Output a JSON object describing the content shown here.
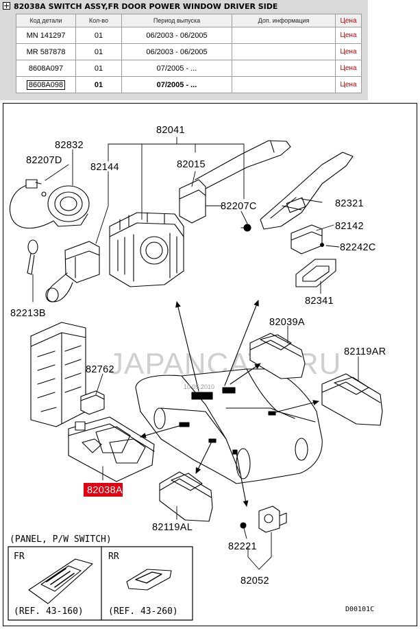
{
  "header": {
    "title": "82038A SWITCH ASSY,FR DOOR POWER WINDOW DRIVER SIDE"
  },
  "table": {
    "columns": [
      "Код детали",
      "Кол-во",
      "Период выпуска",
      "Доп. информация",
      "Цена"
    ],
    "rows": [
      {
        "code": "MN 141297",
        "qty": "01",
        "period": "06/2003 - 06/2005",
        "info": "",
        "price": "Цена"
      },
      {
        "code": "MR 587878",
        "qty": "01",
        "period": "06/2003 - 06/2005",
        "info": "",
        "price": "Цена"
      },
      {
        "code": "8608A097",
        "qty": "01",
        "period": "07/2005 - ...",
        "info": "",
        "price": "Цена"
      },
      {
        "code": "8608A098",
        "qty": "01",
        "period": "07/2005 - ...",
        "info": "",
        "price": "Цена"
      }
    ]
  },
  "diagram": {
    "labels": {
      "p82041": "82041",
      "p82832": "82832",
      "p82207D": "82207D",
      "p82144": "82144",
      "p82015": "82015",
      "p82207C": "82207C",
      "p82321": "82321",
      "p82142": "82142",
      "p82242C": "82242C",
      "p82341": "82341",
      "p82213B": "82213B",
      "p82039A": "82039A",
      "p82119AR": "82119AR",
      "p82762": "82762",
      "p82038A": "82038A",
      "p82119AL": "82119AL",
      "p82221": "82221",
      "p82052": "82052"
    },
    "date_stamp": "10.05.2010",
    "watermark": "JAPANCATS.RU",
    "panel_title": "(PANEL, P/W SWITCH)",
    "panel_fr": "FR",
    "panel_rr": "RR",
    "panel_ref_fr": "(REF. 43-160)",
    "panel_ref_rr": "(REF. 43-260)",
    "drawing_code": "D00101C",
    "highlight_color": "#e4000f"
  }
}
